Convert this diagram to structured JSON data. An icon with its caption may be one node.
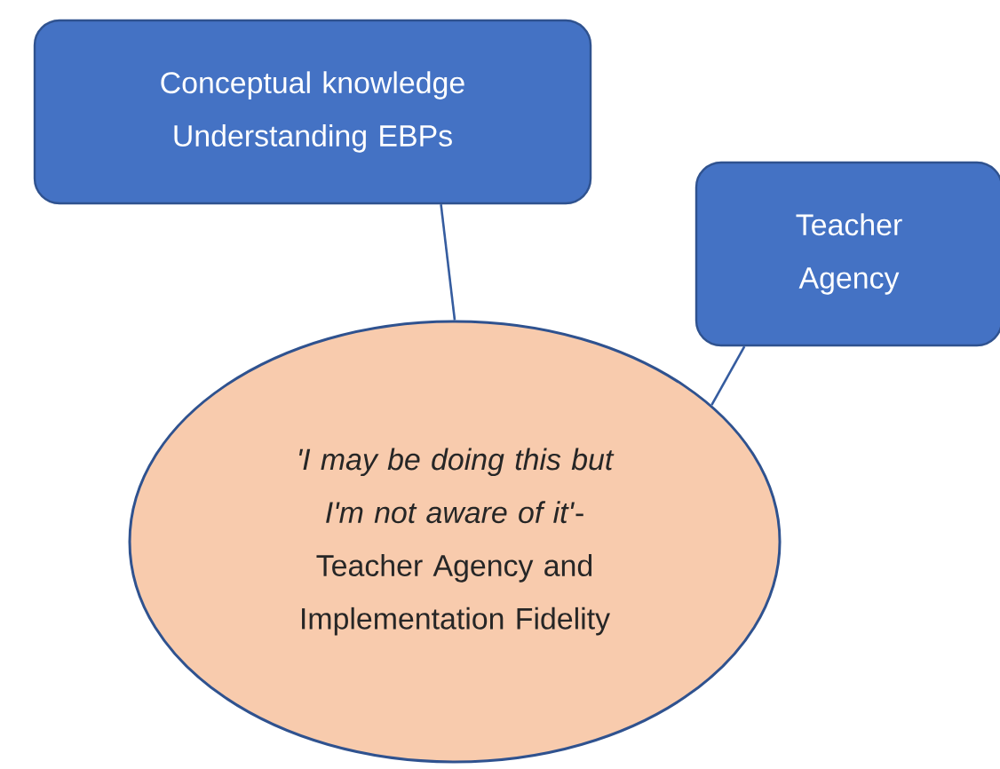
{
  "diagram": {
    "nodes": [
      {
        "text": [
          "Conceptual knowledge Understanding EBPs"
        ]
      },
      {
        "text": [
          "Teacher Agency"
        ]
      },
      {
        "text": [
          "*'I may be doing this but I'm not aware of it'*- Teacher Agency and Implementation Fidelity"
        ]
      }
    ],
    "edges": [
      {
        "from": 0,
        "to": 2,
        "arrow": "none"
      },
      {
        "from": 1,
        "to": 2,
        "arrow": "none"
      }
    ]
  }
}
